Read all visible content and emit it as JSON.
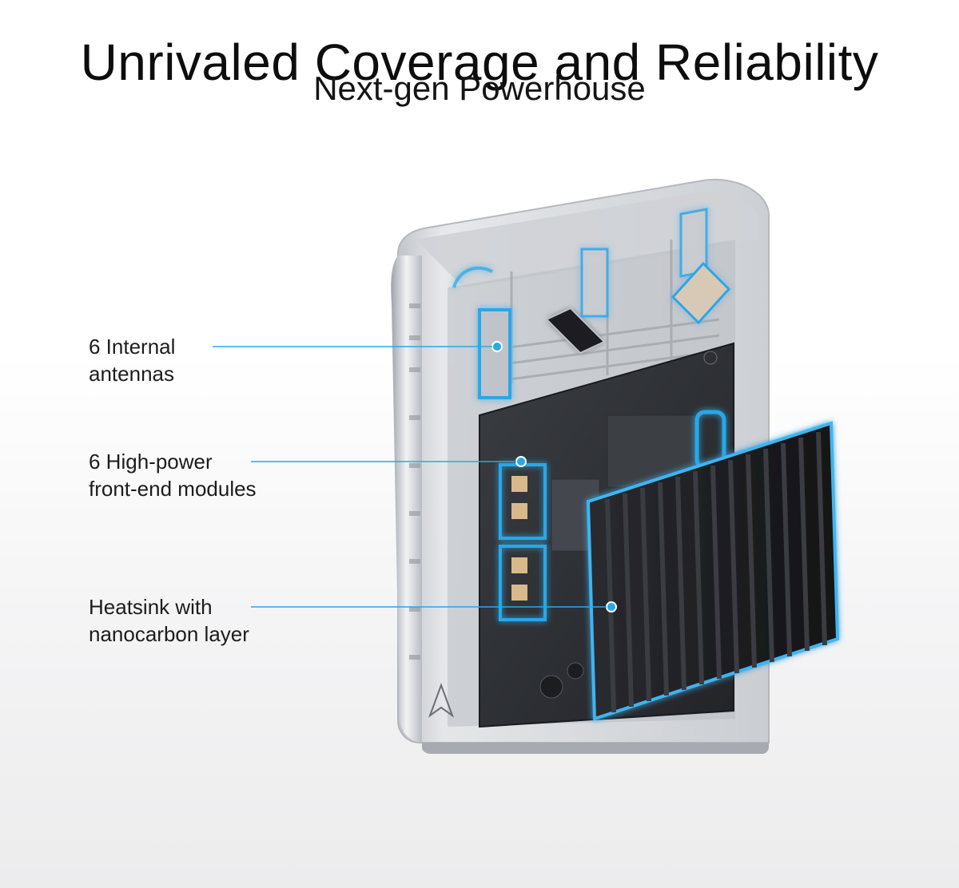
{
  "header": {
    "title": "Unrivaled Coverage and Reliability",
    "subtitle": "Next-gen Powerhouse"
  },
  "callouts": [
    {
      "line1": "6 Internal",
      "line2": "antennas"
    },
    {
      "line1": "6 High-power",
      "line2": "front-end modules"
    },
    {
      "line1": "Heatsink with",
      "line2": "nanocarbon layer"
    }
  ],
  "colors": {
    "accent": "#2aa7e6",
    "glow": "#4fc3ff",
    "heatsink": "#1b1c1f",
    "board": "#2a2c30",
    "shell": "#c9ccd1"
  }
}
